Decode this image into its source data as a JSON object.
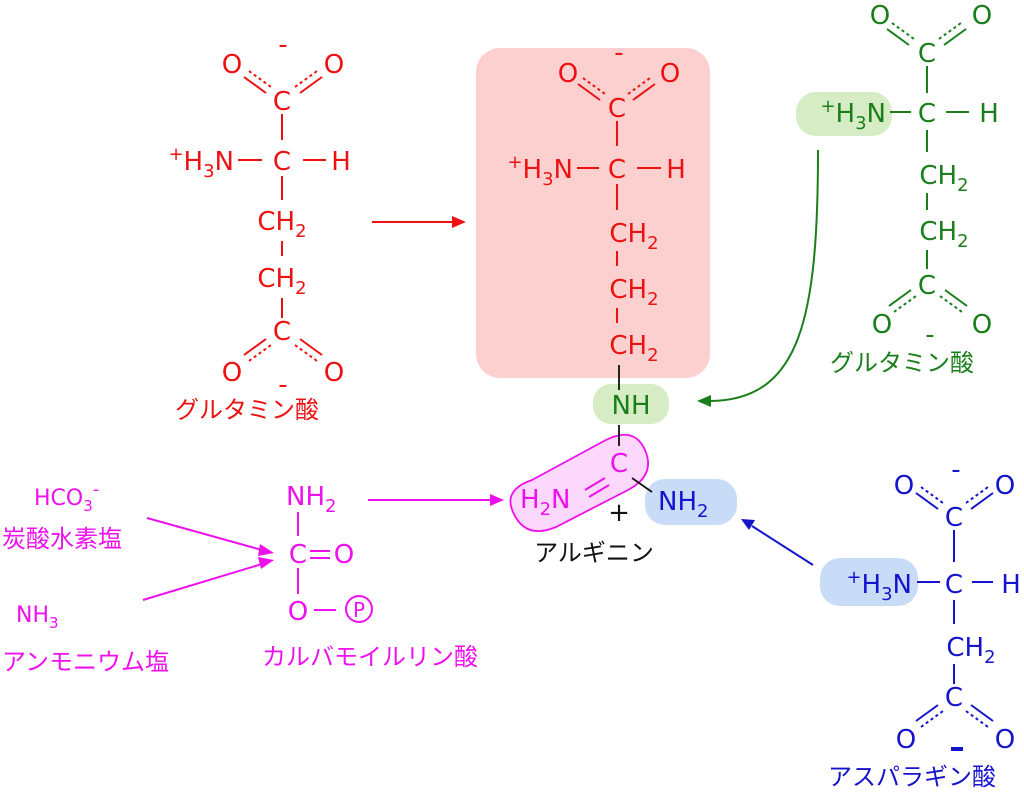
{
  "colors": {
    "red": "#ee1111",
    "green": "#1a7f1a",
    "blue": "#1414cc",
    "magenta": "#ee11ee",
    "black": "#111111",
    "pink_box": "#fdd0d0",
    "green_box": "#d5ecc4",
    "blue_box": "#c8dcf8",
    "magenta_box": "#fcd8fc"
  },
  "atoms": {
    "O": "O",
    "C": "C",
    "H": "H",
    "N": "N",
    "NH": "NH",
    "NH2": "NH2",
    "H2N": "H2N",
    "CH2": "CH2",
    "H3N_plus": "+H3N",
    "minus": "-",
    "plus": "+",
    "P": "P"
  },
  "labels": {
    "glutamine_left": "グルタミン酸",
    "glutamine_right": "グルタミン酸",
    "asparagine": "アスパラギン酸",
    "arginine": "アルギニン",
    "carbamoyl_phosphate": "カルバモイルリン酸",
    "bicarbonate_formula": "HCO3-",
    "bicarbonate_name": "炭酸水素塩",
    "ammonia_formula": "NH3",
    "ammonium_name": "アンモニウム塩"
  }
}
